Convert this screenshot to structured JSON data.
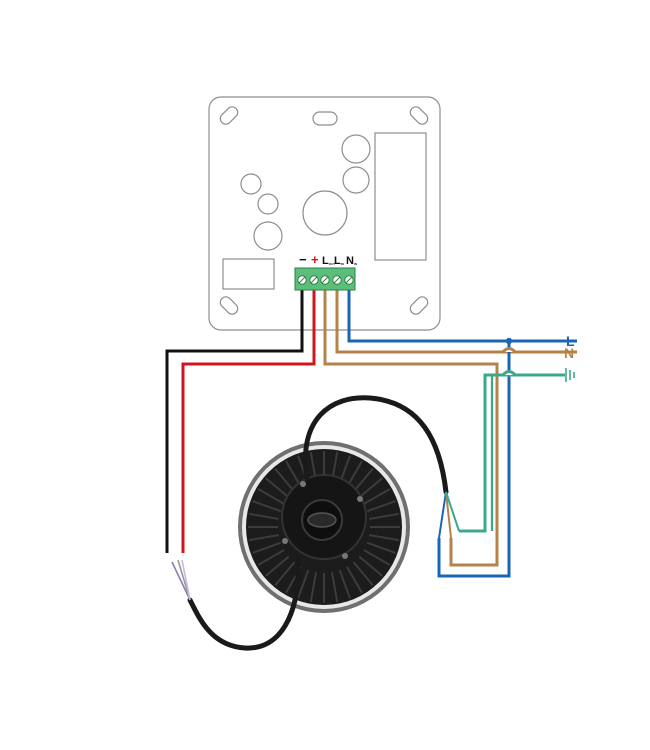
{
  "terminals": [
    {
      "symbol": "−"
    },
    {
      "symbol": "+"
    },
    {
      "symbol": "L",
      "sub": "OUT"
    },
    {
      "symbol": "L",
      "sub": "IN"
    },
    {
      "symbol": "N",
      "sub": "IN"
    }
  ],
  "mains_labels": {
    "line": "L",
    "neutral": "N",
    "earth_icon": "earth-ground-icon"
  },
  "colors": {
    "black_wire": "#111111",
    "red_wire": "#d0161c",
    "brown_wire": "#b5834a",
    "blue_wire": "#1a66b5",
    "green_wire": "#3aa88a",
    "terminal_block": "#5bbf7a",
    "panel_outline": "#9a9a9a"
  }
}
